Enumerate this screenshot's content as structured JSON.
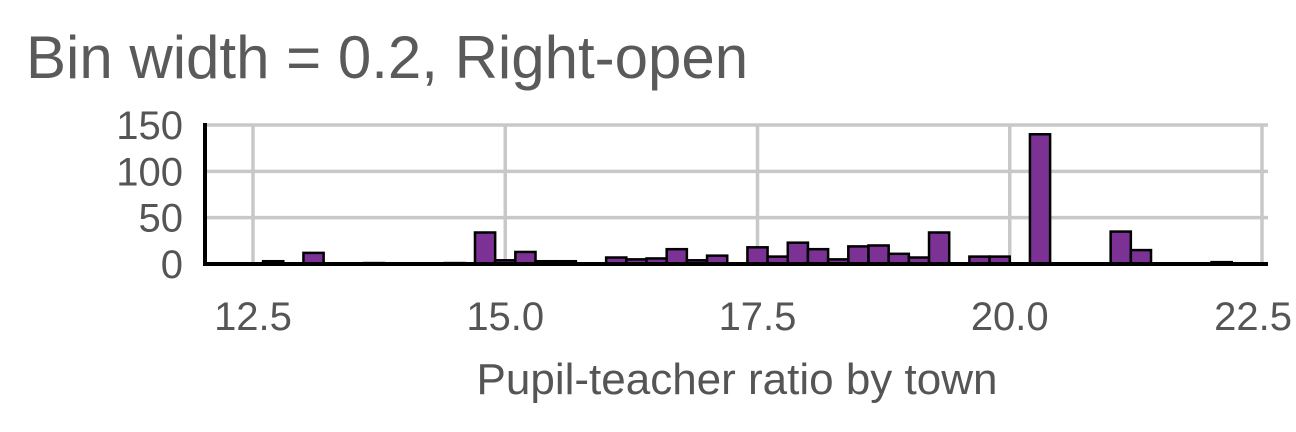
{
  "chart_data": {
    "type": "bar",
    "title": "Bin width = 0.2, Right-open",
    "xlabel": "Pupil-teacher ratio by town",
    "ylabel": "",
    "xlim": [
      12.0,
      22.5
    ],
    "ylim": [
      0,
      150
    ],
    "x_ticks": [
      12.5,
      15.0,
      17.5,
      20.0,
      22.5
    ],
    "x_tick_labels": [
      "12.5",
      "15.0",
      "17.5",
      "20.0",
      "22.5"
    ],
    "y_ticks": [
      0,
      50,
      100,
      150
    ],
    "y_tick_labels": [
      "0",
      "50",
      "100",
      "150"
    ],
    "grid": true,
    "bin_width": 0.2,
    "bars": [
      {
        "x0": 12.6,
        "x1": 12.8,
        "count": 3
      },
      {
        "x0": 13.0,
        "x1": 13.2,
        "count": 12
      },
      {
        "x0": 13.6,
        "x1": 13.8,
        "count": 1
      },
      {
        "x0": 14.4,
        "x1": 14.6,
        "count": 1
      },
      {
        "x0": 14.7,
        "x1": 14.9,
        "count": 34
      },
      {
        "x0": 14.9,
        "x1": 15.1,
        "count": 4
      },
      {
        "x0": 15.1,
        "x1": 15.3,
        "count": 13
      },
      {
        "x0": 15.3,
        "x1": 15.5,
        "count": 3
      },
      {
        "x0": 15.5,
        "x1": 15.7,
        "count": 3
      },
      {
        "x0": 16.0,
        "x1": 16.2,
        "count": 7
      },
      {
        "x0": 16.2,
        "x1": 16.4,
        "count": 5
      },
      {
        "x0": 16.4,
        "x1": 16.6,
        "count": 6
      },
      {
        "x0": 16.6,
        "x1": 16.8,
        "count": 16
      },
      {
        "x0": 16.8,
        "x1": 17.0,
        "count": 4
      },
      {
        "x0": 17.0,
        "x1": 17.2,
        "count": 9
      },
      {
        "x0": 17.4,
        "x1": 17.6,
        "count": 18
      },
      {
        "x0": 17.6,
        "x1": 17.8,
        "count": 8
      },
      {
        "x0": 17.8,
        "x1": 18.0,
        "count": 23
      },
      {
        "x0": 18.0,
        "x1": 18.2,
        "count": 16
      },
      {
        "x0": 18.2,
        "x1": 18.4,
        "count": 5
      },
      {
        "x0": 18.4,
        "x1": 18.6,
        "count": 19
      },
      {
        "x0": 18.6,
        "x1": 18.8,
        "count": 20
      },
      {
        "x0": 18.8,
        "x1": 19.0,
        "count": 11
      },
      {
        "x0": 19.0,
        "x1": 19.2,
        "count": 7
      },
      {
        "x0": 19.2,
        "x1": 19.4,
        "count": 34
      },
      {
        "x0": 19.6,
        "x1": 19.8,
        "count": 8
      },
      {
        "x0": 19.8,
        "x1": 20.0,
        "count": 8
      },
      {
        "x0": 20.2,
        "x1": 20.4,
        "count": 140
      },
      {
        "x0": 21.0,
        "x1": 21.2,
        "count": 35
      },
      {
        "x0": 21.2,
        "x1": 21.4,
        "count": 15
      },
      {
        "x0": 22.0,
        "x1": 22.2,
        "count": 2
      }
    ],
    "colors": {
      "bar_fill": "#7b3294",
      "bar_stroke": "#000000",
      "grid": "#c8c8c8"
    }
  }
}
